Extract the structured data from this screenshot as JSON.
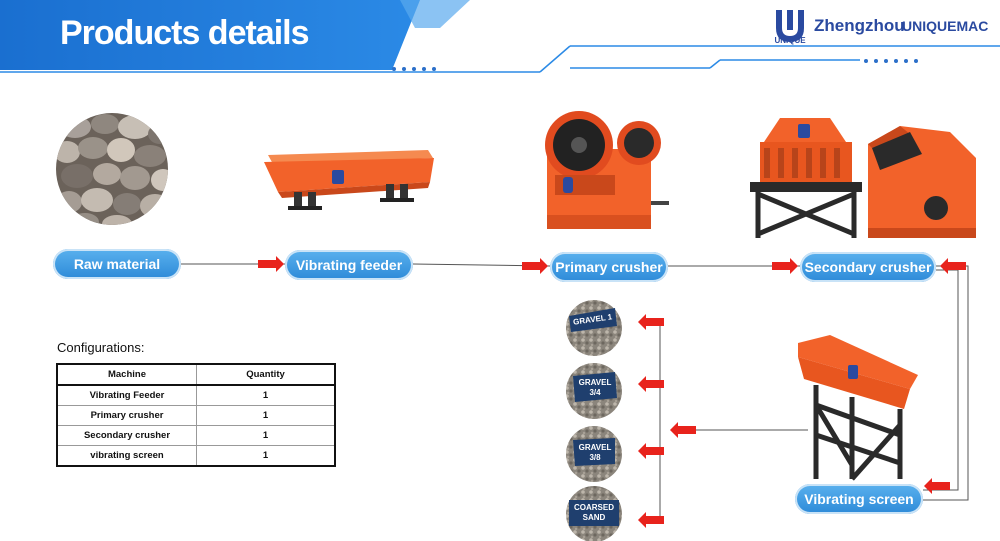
{
  "header": {
    "title": "Products details",
    "logo_mark_text": "UNIQUE",
    "logo_brand_1": "Zhengzhou",
    "logo_brand_2": "UNIQUEMAC"
  },
  "flow": {
    "raw_material": "Raw material",
    "vibrating_feeder": "Vibrating feeder",
    "primary_crusher": "Primary crusher",
    "secondary_crusher": "Secondary crusher",
    "vibrating_screen": "Vibrating screen"
  },
  "outputs": [
    {
      "line1": "GRAVEL 1",
      "line2": ""
    },
    {
      "line1": "GRAVEL",
      "line2": "3/4"
    },
    {
      "line1": "GRAVEL",
      "line2": "3/8"
    },
    {
      "line1": "COARSED",
      "line2": "SAND"
    }
  ],
  "configurations": {
    "heading": "Configurations:",
    "columns": [
      "Machine",
      "Quantity"
    ],
    "rows": [
      {
        "machine": "Vibrating Feeder",
        "quantity": "1"
      },
      {
        "machine": "Primary crusher",
        "quantity": "1"
      },
      {
        "machine": "Secondary crusher",
        "quantity": "1"
      },
      {
        "machine": "vibrating screen",
        "quantity": "1"
      }
    ]
  },
  "colors": {
    "header_blue": "#1b75d6",
    "pill_blue": "#2d8ad8",
    "arrow_red": "#e8231c",
    "machine_orange": "#f2622a"
  }
}
